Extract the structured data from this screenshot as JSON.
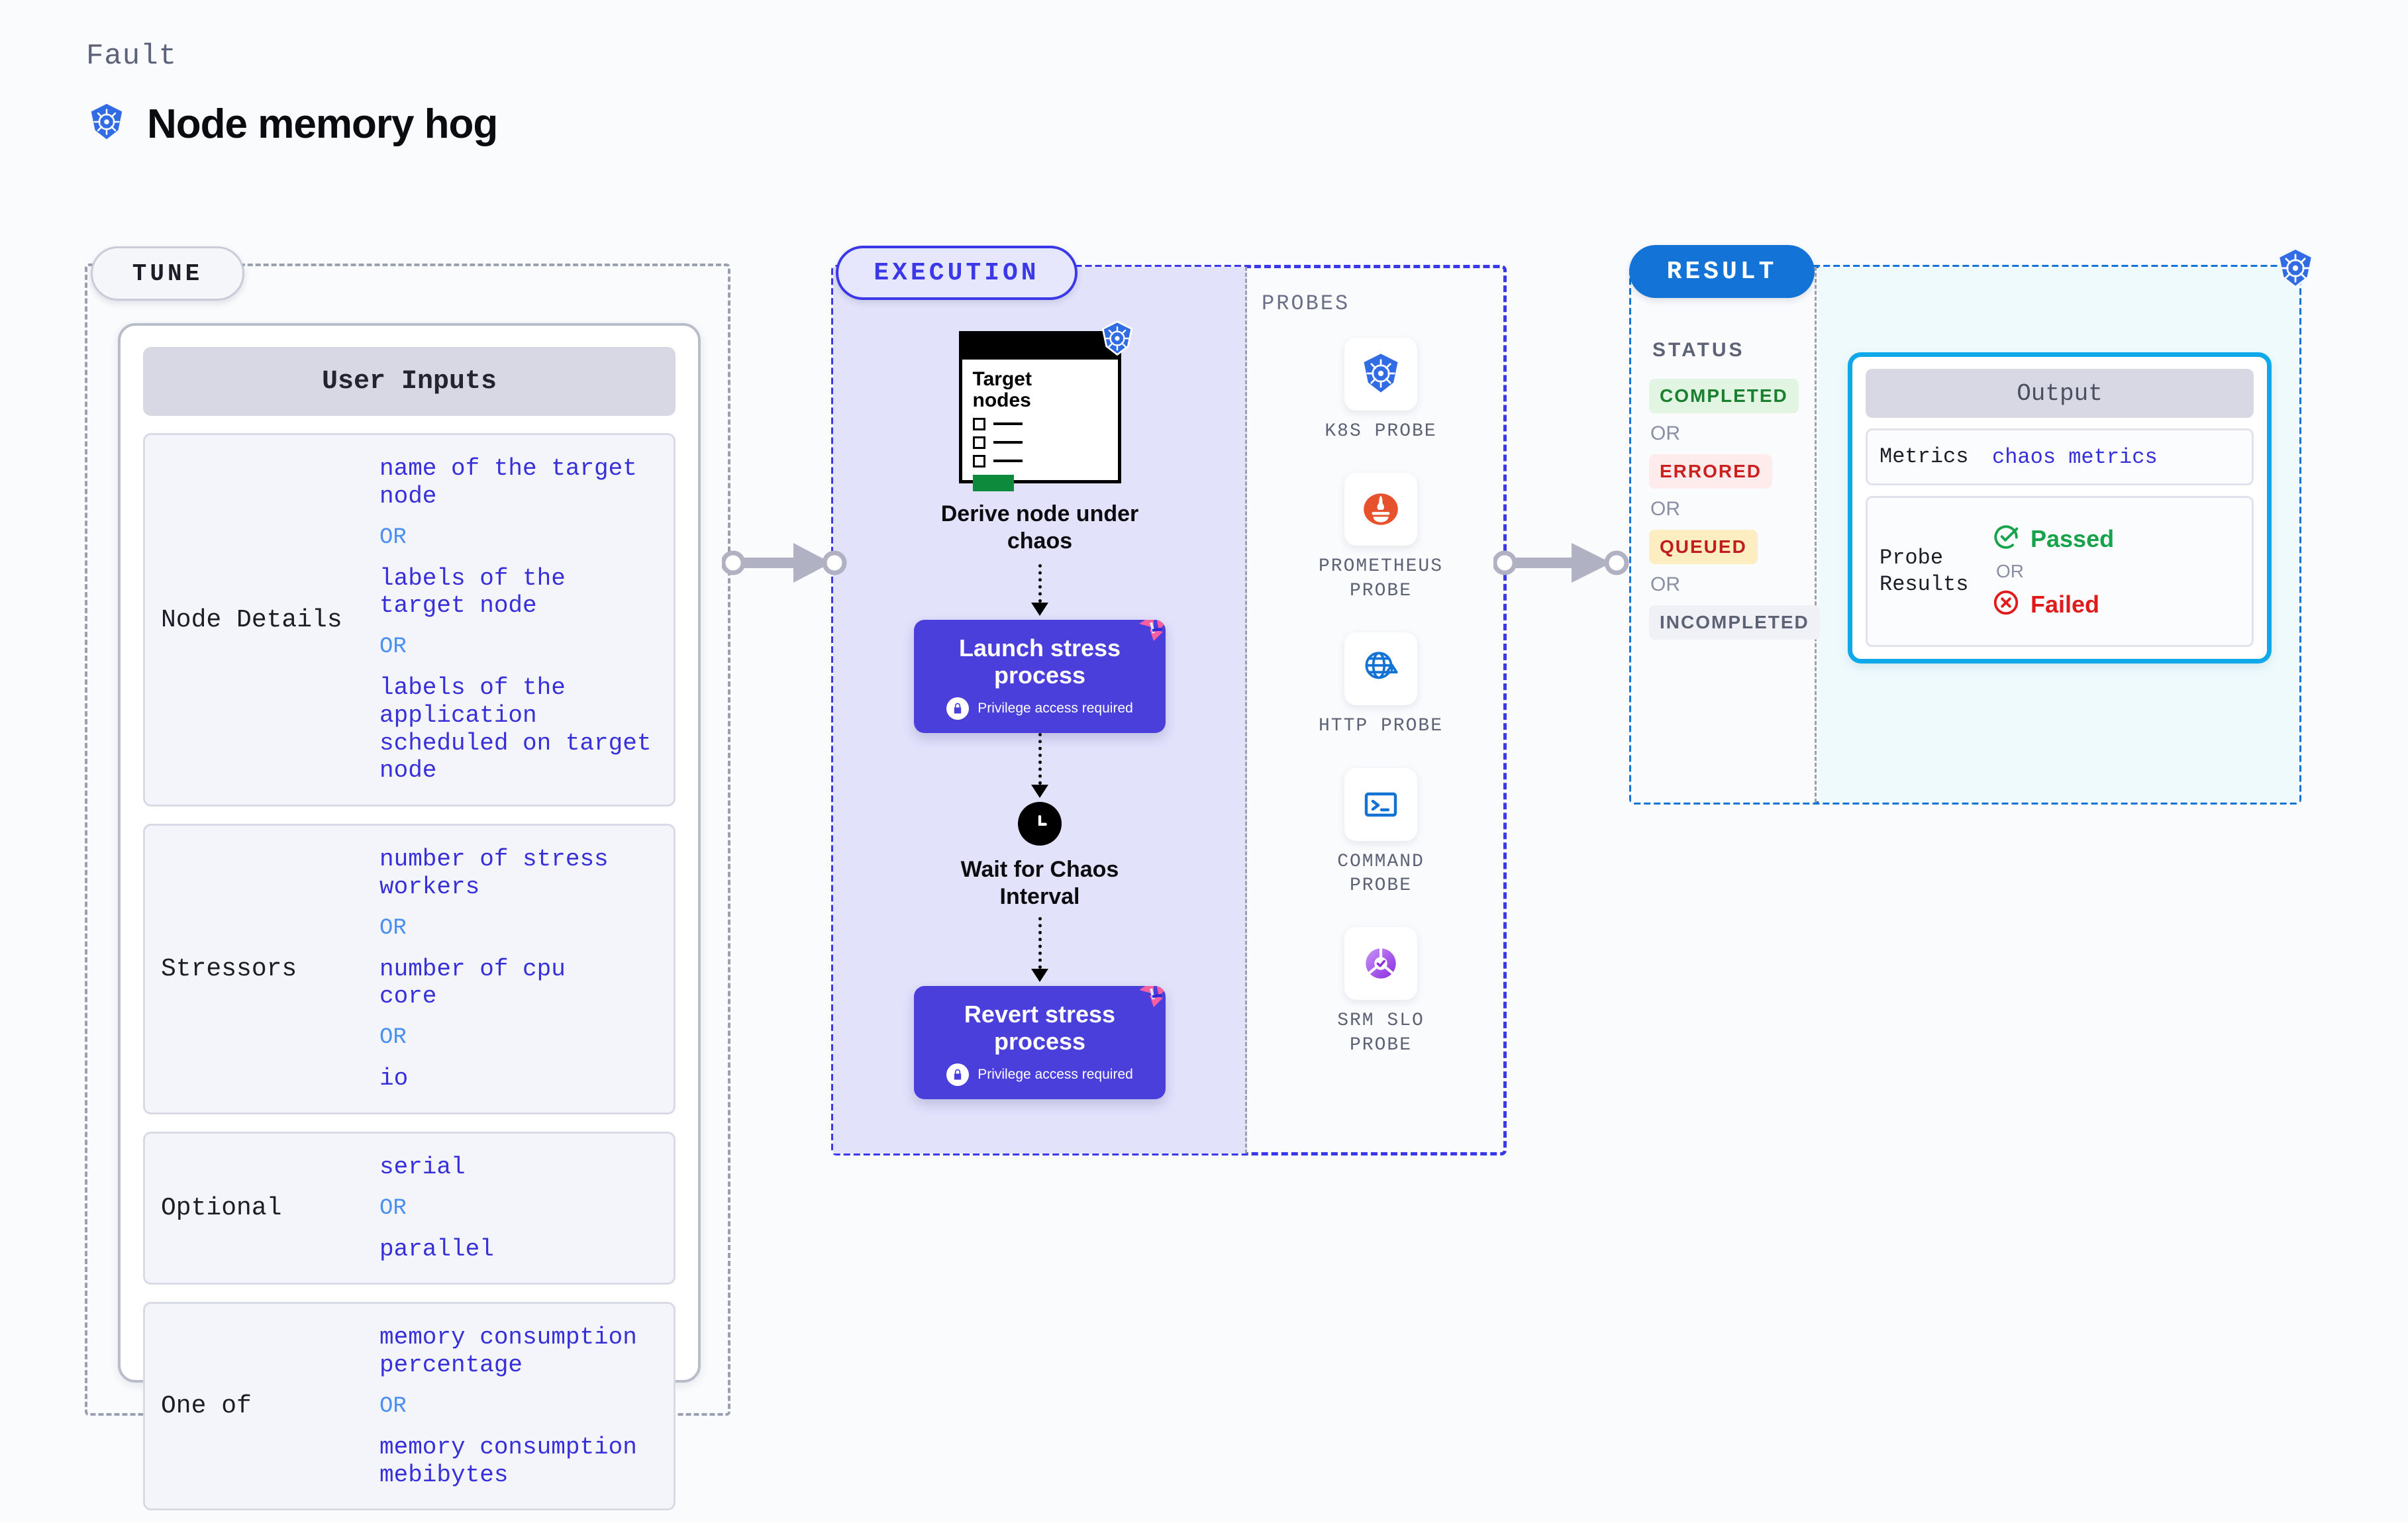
{
  "header": {
    "fault_label": "Fault",
    "title": "Node memory hog",
    "icon": "kubernetes-icon"
  },
  "tune": {
    "badge": "TUNE",
    "card_header": "User Inputs",
    "rows": [
      {
        "label": "Node Details",
        "values": [
          "name of the target\nnode",
          "labels of the\ntarget node",
          "labels of the application\n scheduled on target node"
        ],
        "separator": "OR"
      },
      {
        "label": "Stressors",
        "values": [
          "number of stress\nworkers",
          "number of cpu\ncore",
          "io"
        ],
        "separator": "OR"
      },
      {
        "label": "Optional",
        "values": [
          "serial",
          "parallel"
        ],
        "separator": "OR"
      },
      {
        "label": "One of",
        "values": [
          "memory consumption\npercentage",
          "memory consumption\nmebibytes"
        ],
        "separator": "OR"
      }
    ]
  },
  "execution": {
    "badge": "EXECUTION",
    "flow": [
      {
        "type": "card",
        "card_title": "Target\nnodes",
        "caption": "Derive node under\nchaos",
        "icon": "kubernetes-icon"
      },
      {
        "type": "action",
        "title": "Launch stress\nprocess",
        "subtitle": "Privilege access required",
        "icon": "lock-icon",
        "corner_icon": "chaos-pinwheel-icon"
      },
      {
        "type": "wait",
        "caption": "Wait for Chaos\nInterval",
        "icon": "clock-icon"
      },
      {
        "type": "action",
        "title": "Revert stress\nprocess",
        "subtitle": "Privilege access required",
        "icon": "lock-icon",
        "corner_icon": "chaos-pinwheel-icon"
      }
    ],
    "probes_label": "PROBES",
    "probes": [
      {
        "label": "K8S PROBE",
        "icon": "kubernetes-icon"
      },
      {
        "label": "PROMETHEUS\nPROBE",
        "icon": "prometheus-icon"
      },
      {
        "label": "HTTP PROBE",
        "icon": "globe-warning-icon"
      },
      {
        "label": "COMMAND\nPROBE",
        "icon": "terminal-icon"
      },
      {
        "label": "SRM SLO\nPROBE",
        "icon": "srm-slo-icon"
      }
    ]
  },
  "result": {
    "badge": "RESULT",
    "status_label": "STATUS",
    "status_separator": "OR",
    "statuses": [
      {
        "text": "COMPLETED",
        "color": "#1a7f2e",
        "bg": "#e2f5e3"
      },
      {
        "text": "ERRORED",
        "color": "#cb2020",
        "bg": "#fdeceb"
      },
      {
        "text": "QUEUED",
        "color": "#c21d1d",
        "bg": "#fdeec2"
      },
      {
        "text": "INCOMPLETED",
        "color": "#5d6275",
        "bg": "#f0f1f6"
      }
    ],
    "output": {
      "header": "Output",
      "metrics_label": "Metrics",
      "metrics_value": "chaos metrics",
      "probe_results_label": "Probe\nResults",
      "passed_text": "Passed",
      "failed_text": "Failed",
      "separator": "OR",
      "passed_color": "#16a34a",
      "failed_color": "#e01b1b",
      "passed_icon": "check-circle-icon",
      "failed_icon": "x-circle-icon"
    },
    "corner_icon": "kubernetes-icon"
  },
  "colors": {
    "tune_accent": "#c9ccd8",
    "execution_accent": "#3b38e8",
    "result_accent": "#1473d6",
    "output_accent": "#0fa8e8",
    "value_text": "#3730d8",
    "or_text": "#4a90f0"
  }
}
